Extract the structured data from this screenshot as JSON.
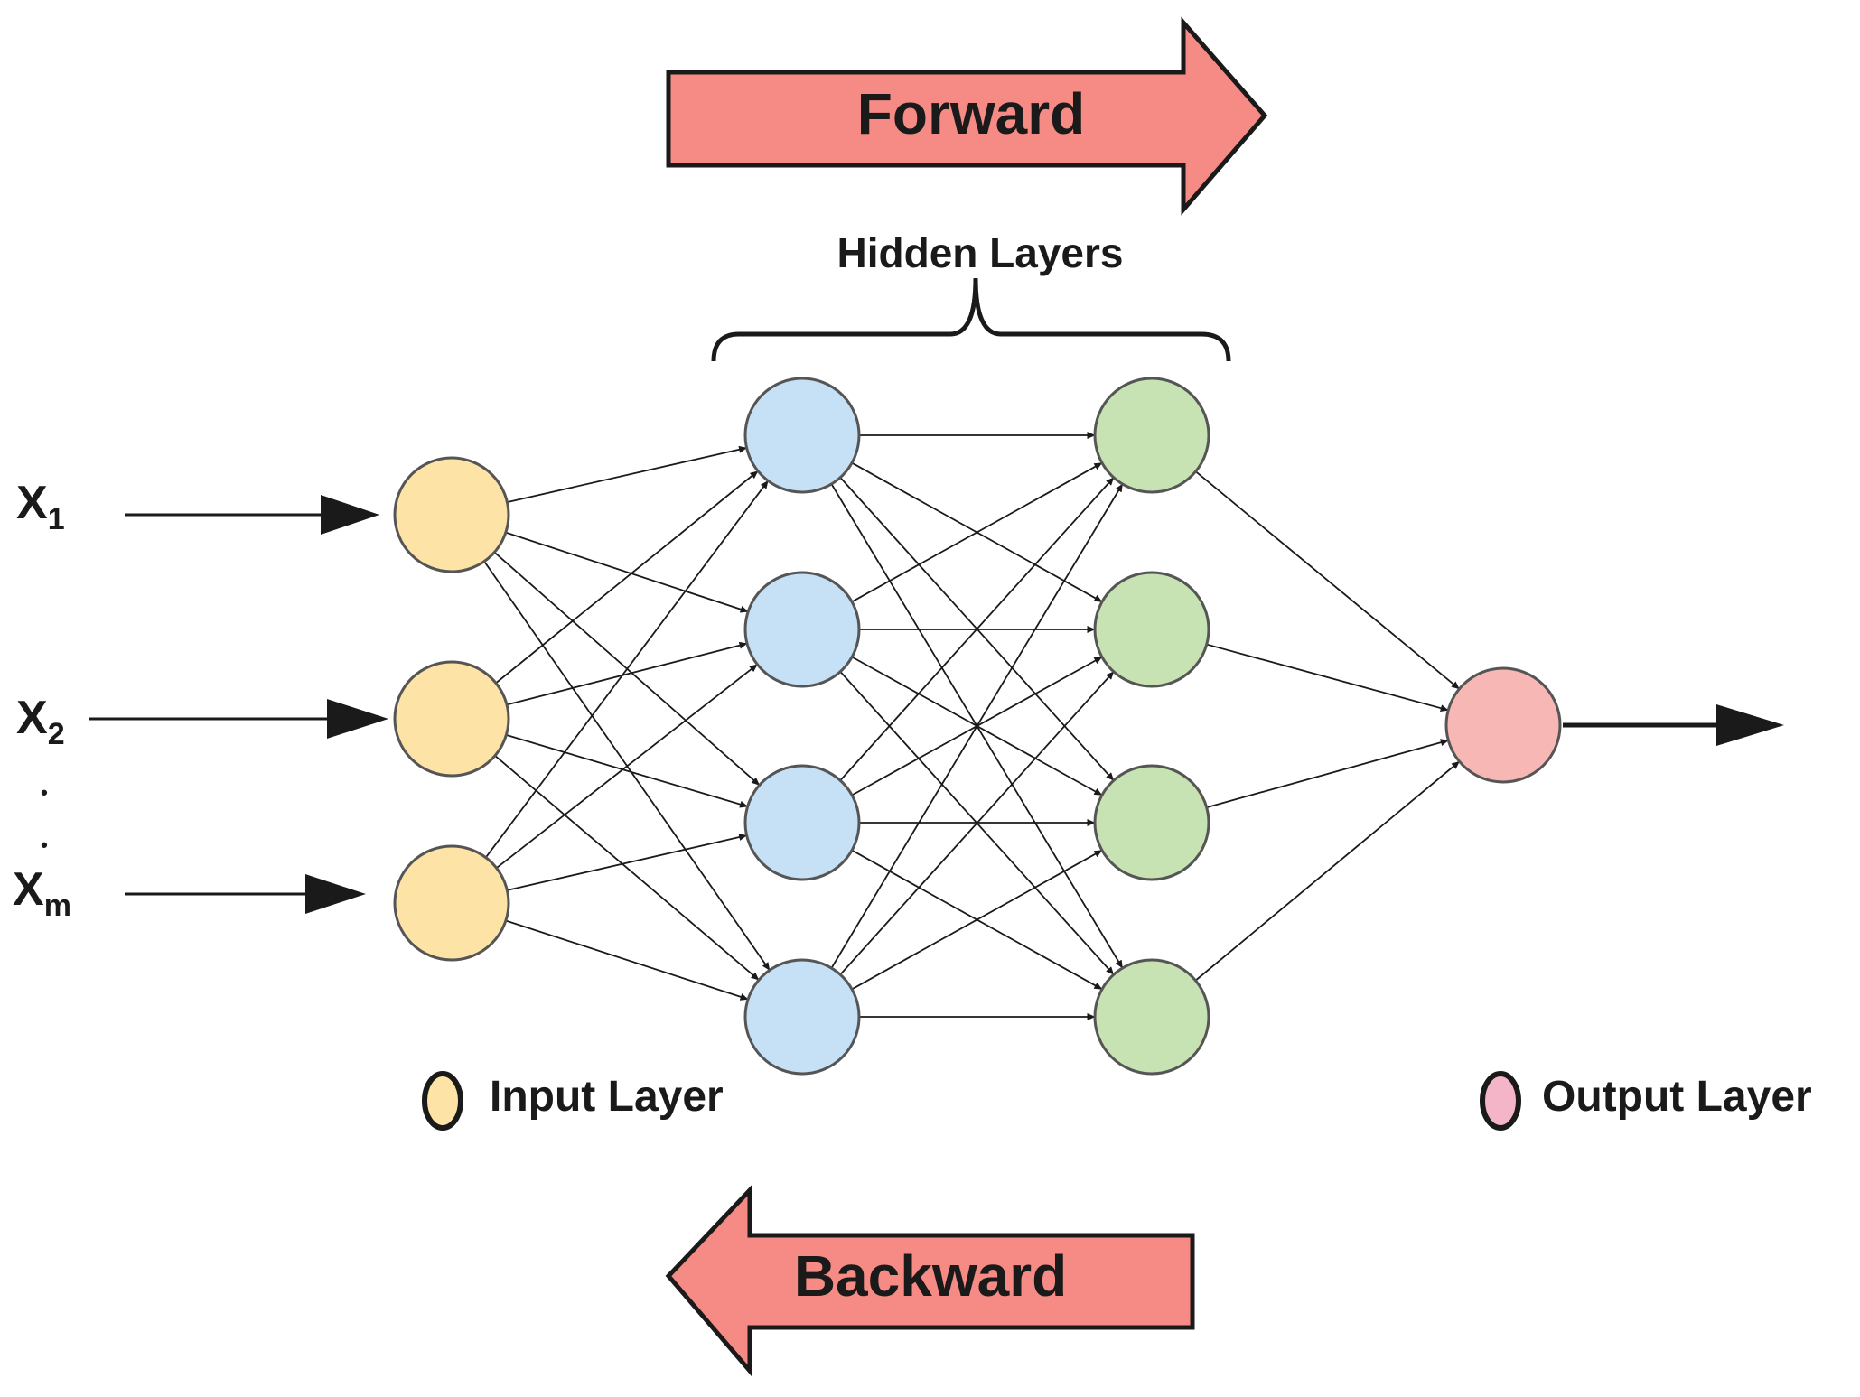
{
  "forward_label": "Forward",
  "backward_label": "Backward",
  "hidden_layers_label": "Hidden Layers",
  "inputs": [
    {
      "base": "X",
      "sub": "1"
    },
    {
      "base": "X",
      "sub": "2"
    },
    {
      "base": "X",
      "sub": "m"
    }
  ],
  "ellipsis_dots": [
    "•",
    "•"
  ],
  "legend": {
    "input": "Input Layer",
    "output": "Output Layer"
  },
  "layers": {
    "input_count": 3,
    "hidden1_count": 4,
    "hidden2_count": 4,
    "output_count": 1
  },
  "colors": {
    "input_node": "#fde3a6",
    "hidden1_node": "#c6e1f5",
    "hidden2_node": "#c7e3b4",
    "output_node": "#f7b7b5",
    "legend_output": "#f3b5c7",
    "arrow_fill": "#f58b84",
    "stroke": "#1a1a1a"
  }
}
